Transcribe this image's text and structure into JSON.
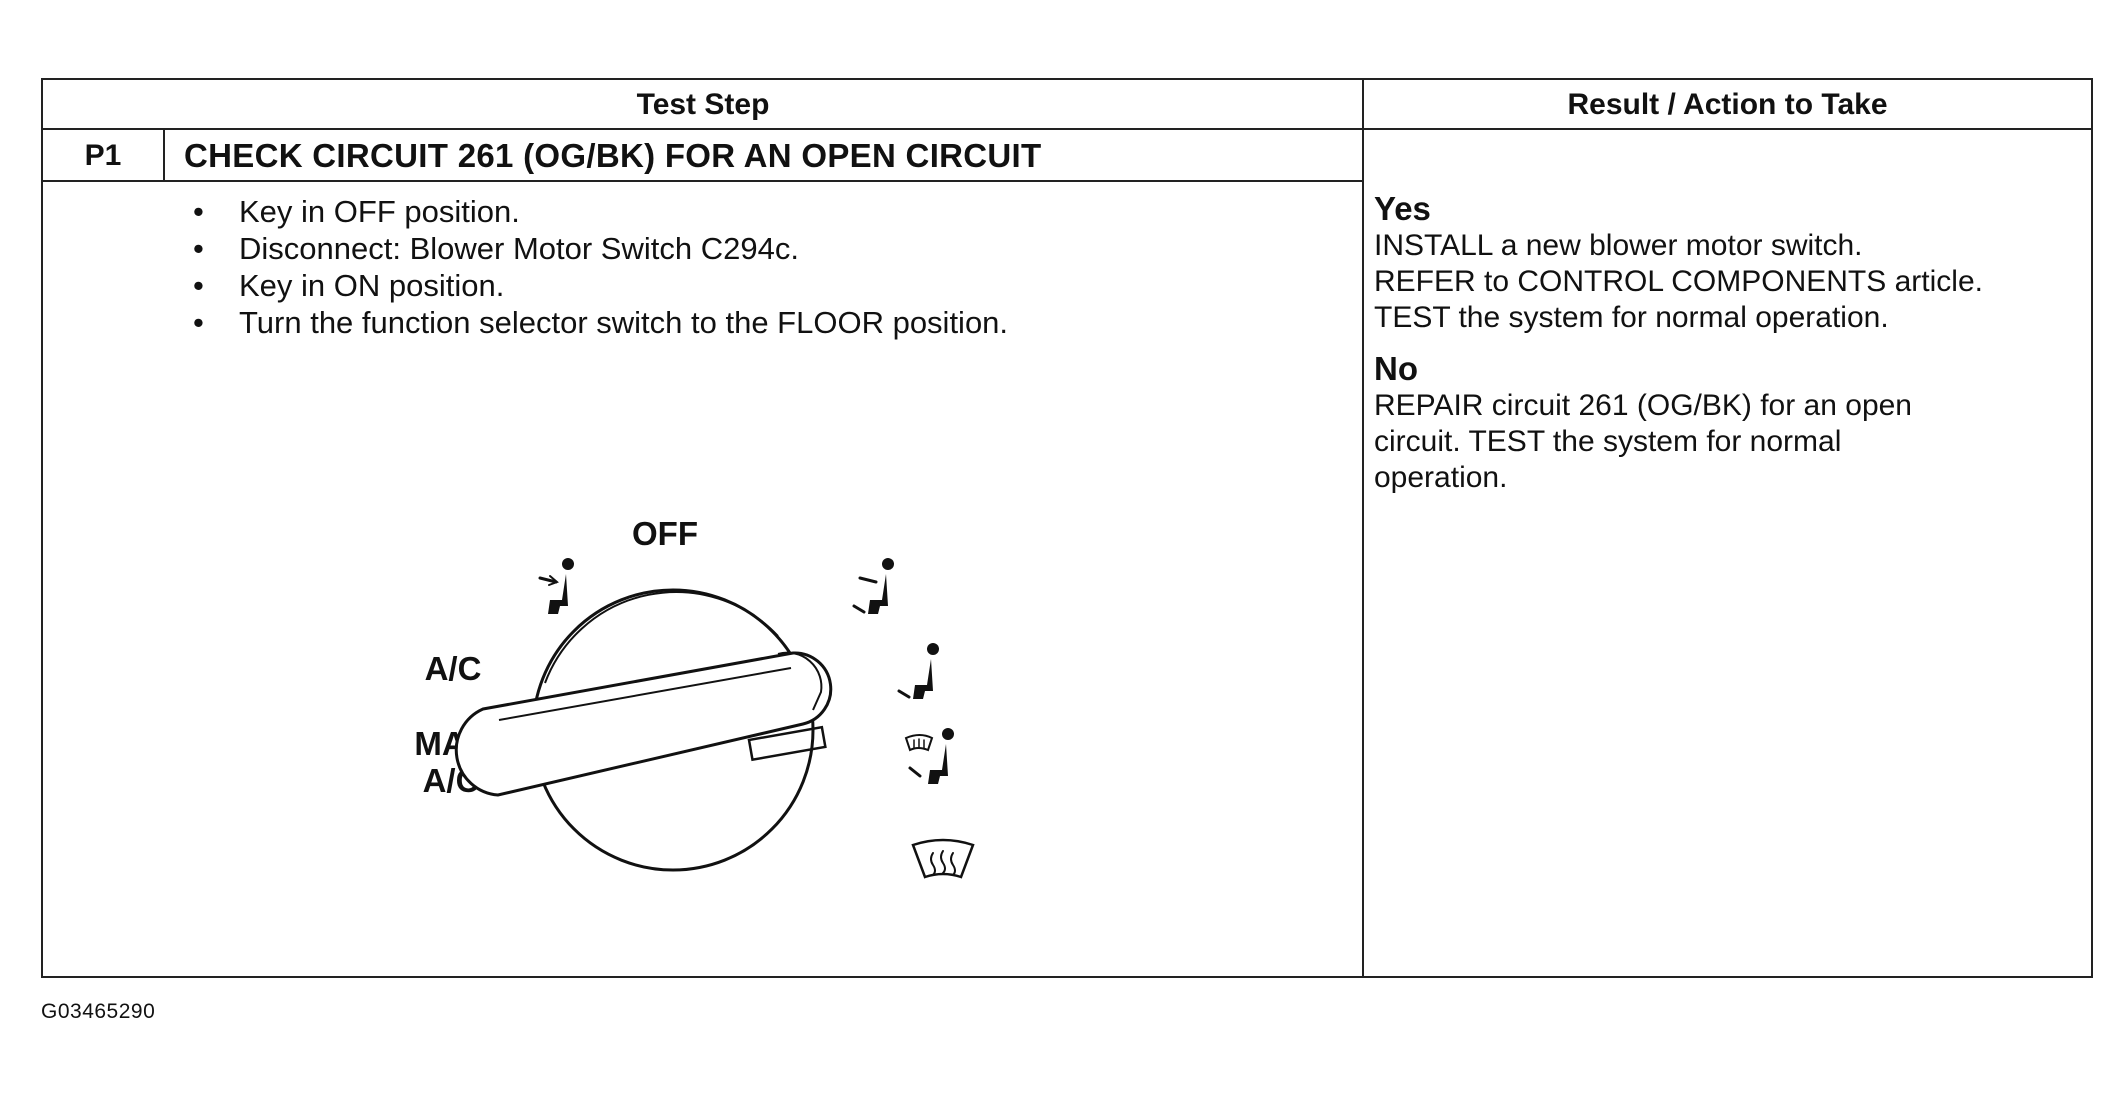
{
  "table": {
    "header_test_step": "Test Step",
    "header_result": "Result / Action to Take",
    "step_id": "P1",
    "step_title": "CHECK CIRCUIT 261 (OG/BK) FOR AN OPEN CIRCUIT",
    "steps": [
      "Key in OFF position.",
      "Disconnect: Blower Motor Switch C294c.",
      "Key in ON position.",
      "Turn the function selector switch to the FLOOR position."
    ]
  },
  "dial": {
    "off_label": "OFF",
    "ac_label": "A/C",
    "max_label": "MAX",
    "max_ac_label": "A/C",
    "icons": [
      "panel-vent-icon",
      "panel-floor-icon",
      "floor-icon",
      "floor-defrost-icon",
      "defrost-icon"
    ]
  },
  "result": {
    "yes_heading": "Yes",
    "yes_lines": [
      "INSTALL a new blower motor switch.",
      "REFER to CONTROL COMPONENTS article.",
      "TEST the system for normal operation."
    ],
    "no_heading": "No",
    "no_lines": [
      "REPAIR circuit 261 (OG/BK) for an open",
      "circuit. TEST the system for normal",
      "operation."
    ]
  },
  "figure_code": "G03465290"
}
